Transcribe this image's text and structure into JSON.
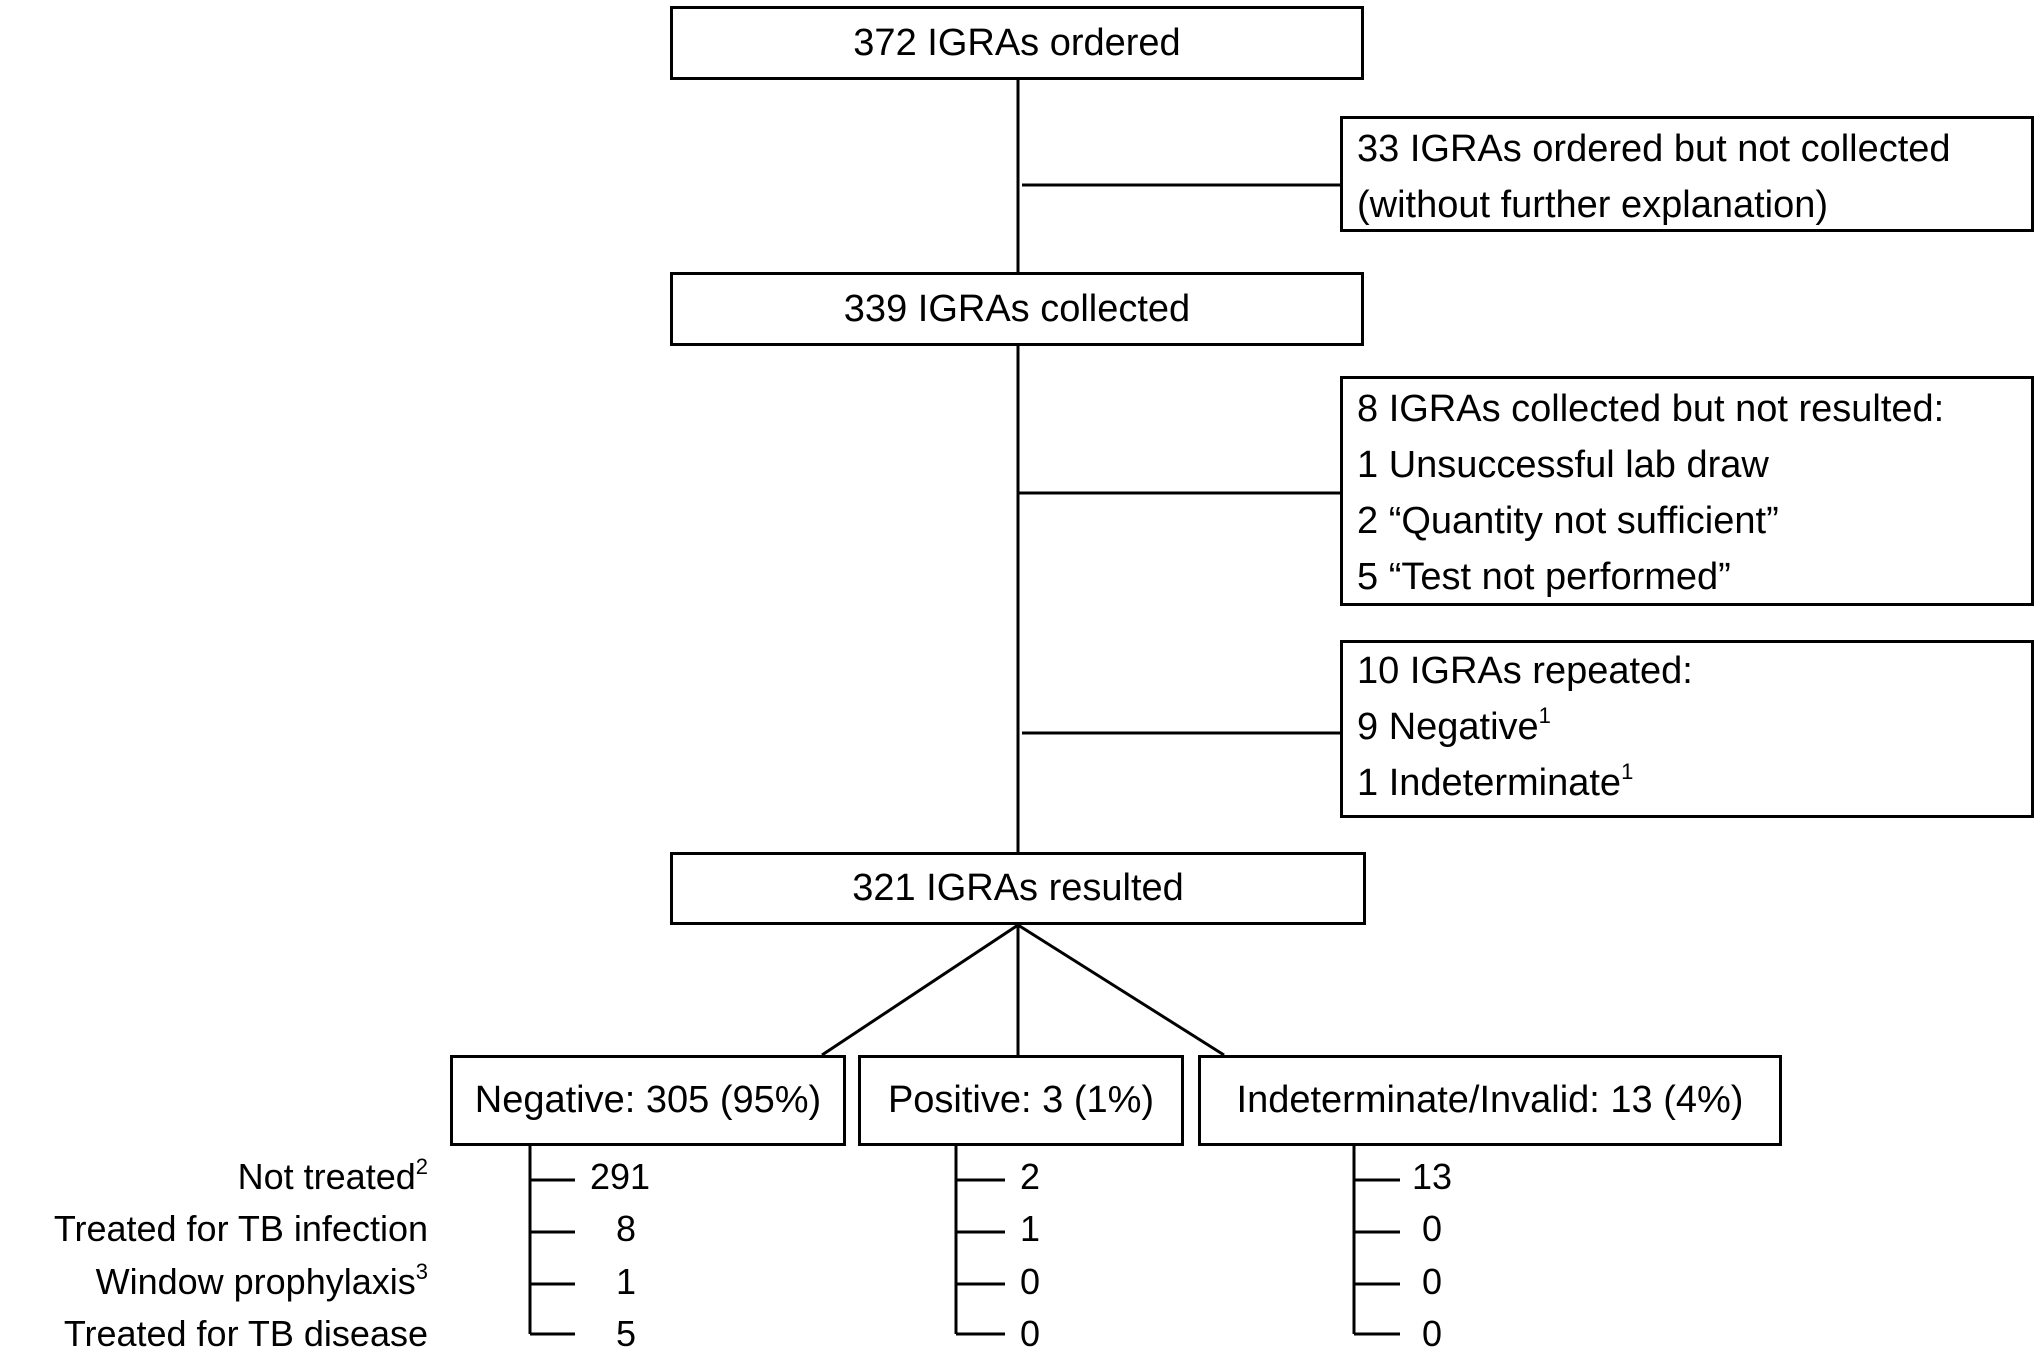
{
  "main_flow": {
    "ordered": "372 IGRAs ordered",
    "collected": "339 IGRAs collected",
    "resulted": "321 IGRAs resulted"
  },
  "exclusions": {
    "not_collected": {
      "lines": [
        "33 IGRAs ordered but not collected",
        "(without further explanation)"
      ]
    },
    "not_resulted": {
      "lines": [
        "8 IGRAs collected but not resulted:",
        "1 Unsuccessful lab draw",
        "2 “Quantity not sufficient”",
        "5 “Test not performed”"
      ]
    },
    "repeated": {
      "title": "10 IGRAs repeated:",
      "item1": "9 Negative",
      "item1_sup": "1",
      "item2": "1 Indeterminate",
      "item2_sup": "1"
    }
  },
  "results": {
    "negative": "Negative: 305 (95%)",
    "positive": "Positive: 3 (1%)",
    "indeterminate": "Indeterminate/Invalid: 13 (4%)"
  },
  "rows": {
    "not_treated": {
      "label": "Not treated",
      "sup": "2"
    },
    "treated_infection": {
      "label": "Treated for TB infection",
      "sup": ""
    },
    "window_prophylaxis": {
      "label": "Window prophylaxis",
      "sup": "3"
    },
    "treated_disease": {
      "label": "Treated for TB disease",
      "sup": ""
    }
  },
  "counts": {
    "negative": [
      "291",
      "8",
      "1",
      "5"
    ],
    "positive": [
      "2",
      "1",
      "0",
      "0"
    ],
    "indeterminate": [
      "13",
      "0",
      "0",
      "0"
    ]
  }
}
